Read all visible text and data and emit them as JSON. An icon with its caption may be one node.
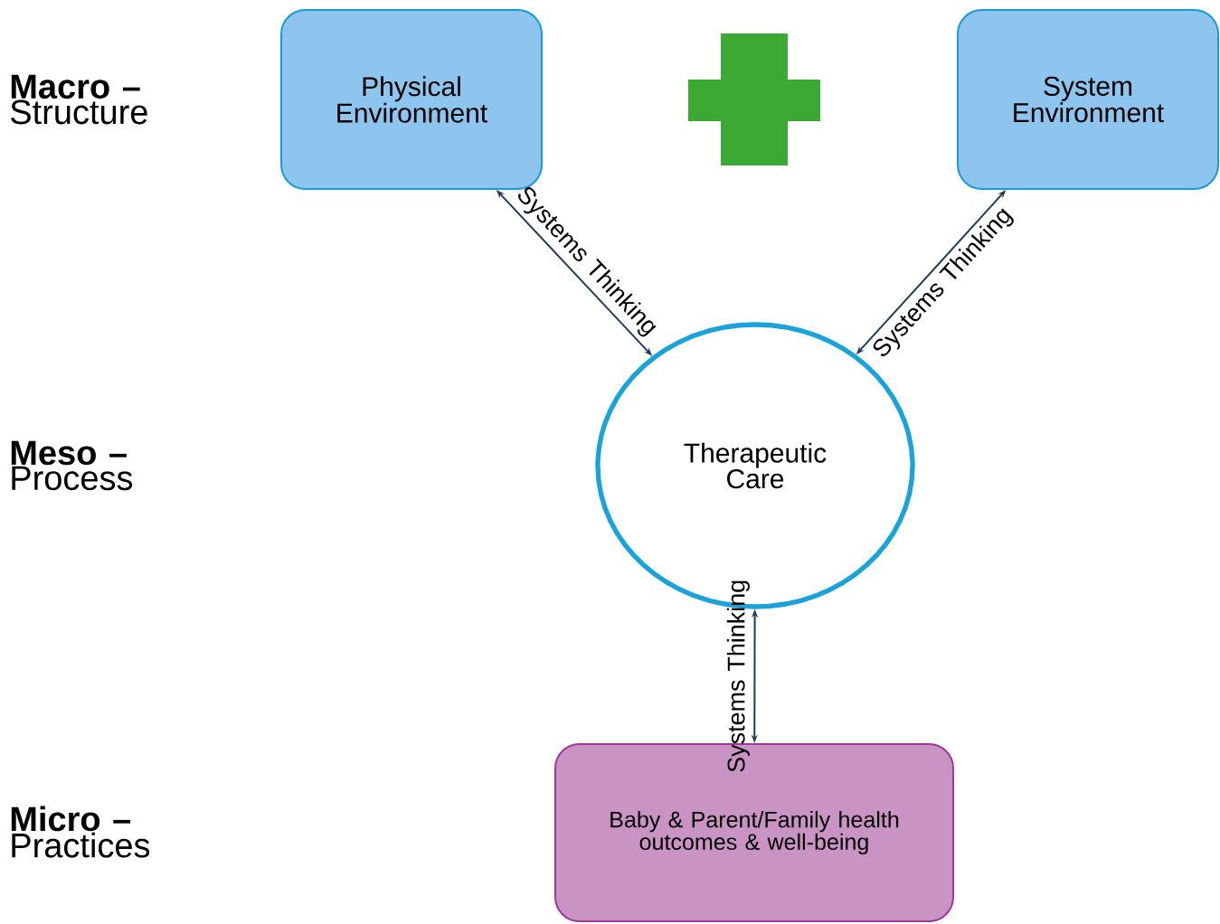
{
  "diagram": {
    "nodes": [
      {
        "text": [
          "Physical Environment"
        ]
      },
      {
        "text": [
          "System Environment"
        ]
      },
      {
        "text": [
          "Therapeutic Care"
        ]
      },
      {
        "text": [
          "Baby & Parent/Family health outcomes & well-being"
        ]
      }
    ],
    "edges": [
      {
        "from": 0,
        "to": 2,
        "arrow": "both",
        "label": "Systems Thinking"
      },
      {
        "from": 1,
        "to": 2,
        "arrow": "both",
        "label": "Systems Thinking"
      },
      {
        "from": 2,
        "to": 3,
        "arrow": "both",
        "label": "Systems Thinking"
      }
    ],
    "labels": [
      "**Macro –** Structure",
      "**Meso –** Process",
      "**Micro –** Practices"
    ]
  }
}
